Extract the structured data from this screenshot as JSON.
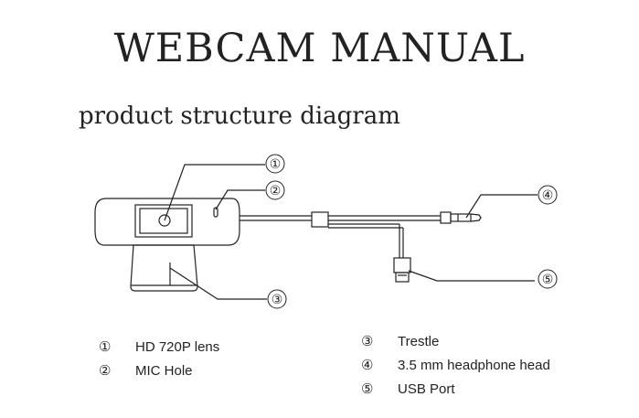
{
  "title": "WEBCAM MANUAL",
  "subtitle": "product structure diagram",
  "callouts": [
    "①",
    "②",
    "③",
    "④",
    "⑤"
  ],
  "legend_left": [
    {
      "num": "①",
      "label": "HD 720P lens"
    },
    {
      "num": "②",
      "label": "MIC Hole"
    }
  ],
  "legend_right": [
    {
      "num": "③",
      "label": "Trestle"
    },
    {
      "num": "④",
      "label": "3.5 mm headphone head"
    },
    {
      "num": "⑤",
      "label": "USB Port"
    }
  ]
}
